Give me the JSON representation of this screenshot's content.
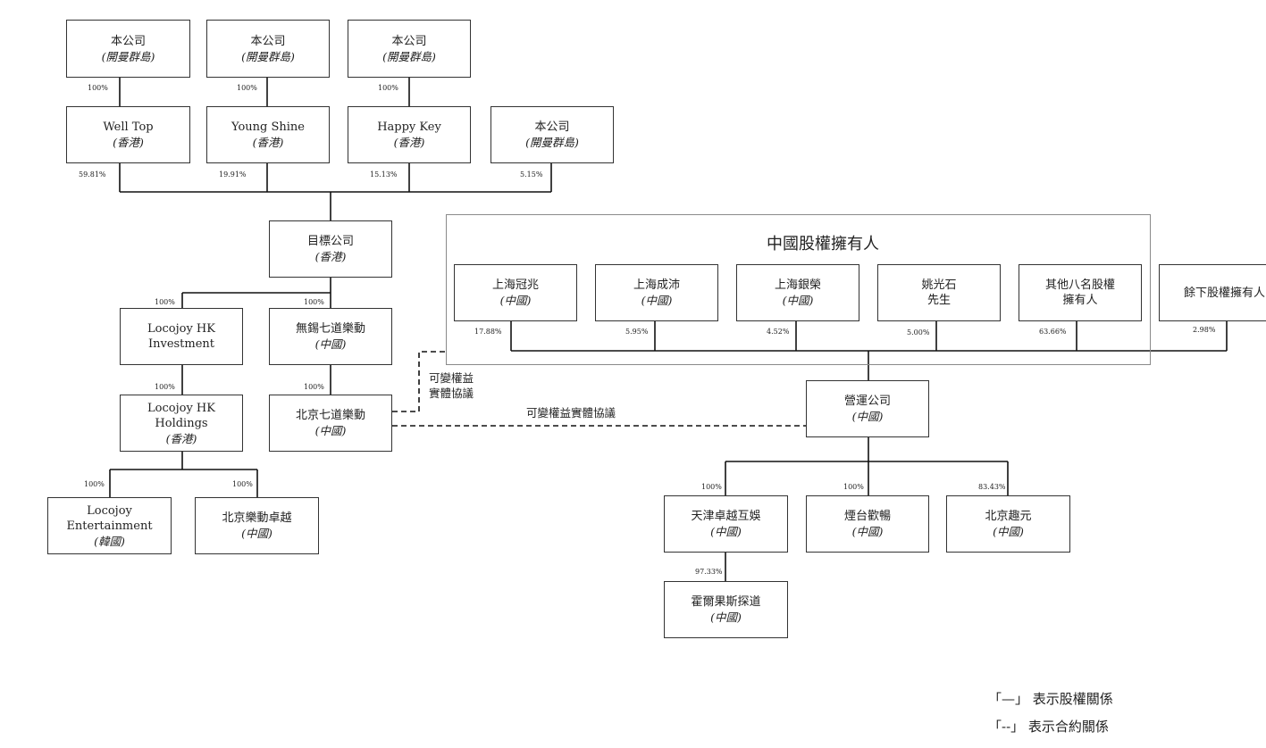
{
  "entities": [
    {
      "id": "co1",
      "name": "本公司",
      "sub": "(開曼群島)"
    },
    {
      "id": "co2",
      "name": "本公司",
      "sub": "(開曼群島)"
    },
    {
      "id": "co3",
      "name": "本公司",
      "sub": "(開曼群島)"
    },
    {
      "id": "welltop",
      "name": "Well Top",
      "sub": "(香港)"
    },
    {
      "id": "youngshine",
      "name": "Young Shine",
      "sub": "(香港)"
    },
    {
      "id": "happykey",
      "name": "Happy Key",
      "sub": "(香港)"
    },
    {
      "id": "co4",
      "name": "本公司",
      "sub": "(開曼群島)"
    },
    {
      "id": "target",
      "name": "目標公司",
      "sub": "(香港)"
    },
    {
      "id": "lhkinv",
      "name": "Locojoy HK Investment",
      "sub": ""
    },
    {
      "id": "wuxi",
      "name": "無錫七道樂動",
      "sub": "(中國)"
    },
    {
      "id": "lhkhold",
      "name": "Locojoy HK Holdings",
      "sub": "(香港)"
    },
    {
      "id": "bj7",
      "name": "北京七道樂動",
      "sub": "(中國)"
    },
    {
      "id": "lent",
      "name": "Locojoy Entertainment",
      "sub": "(韓國)"
    },
    {
      "id": "bjld",
      "name": "北京樂動卓越",
      "sub": "(中國)"
    },
    {
      "id": "shgz",
      "name": "上海冠兆",
      "sub": "(中國)"
    },
    {
      "id": "shcp",
      "name": "上海成沛",
      "sub": "(中國)"
    },
    {
      "id": "shyr",
      "name": "上海銀榮",
      "sub": "(中國)"
    },
    {
      "id": "yao",
      "name": "姚光石",
      "sub": "先生"
    },
    {
      "id": "other8",
      "name": "其他八名股權",
      "sub": "擁有人"
    },
    {
      "id": "rest",
      "name": "餘下股權擁有人",
      "sub": ""
    },
    {
      "id": "opco",
      "name": "營運公司",
      "sub": "(中國)"
    },
    {
      "id": "tj",
      "name": "天津卓越互娛",
      "sub": "(中國)"
    },
    {
      "id": "yt",
      "name": "煙台歡暢",
      "sub": "(中國)"
    },
    {
      "id": "bjqy",
      "name": "北京趣元",
      "sub": "(中國)"
    },
    {
      "id": "hgs",
      "name": "霍爾果斯探道",
      "sub": "(中國)"
    }
  ],
  "percentages": [
    {
      "id": "p1",
      "text": "100%"
    },
    {
      "id": "p2",
      "text": "100%"
    },
    {
      "id": "p3",
      "text": "100%"
    },
    {
      "id": "p4",
      "text": "59.81%"
    },
    {
      "id": "p5",
      "text": "19.91%"
    },
    {
      "id": "p6",
      "text": "15.13%"
    },
    {
      "id": "p7",
      "text": "5.15%"
    },
    {
      "id": "p8",
      "text": "100%"
    },
    {
      "id": "p9",
      "text": "100%"
    },
    {
      "id": "p10",
      "text": "100%"
    },
    {
      "id": "p11",
      "text": "100%"
    },
    {
      "id": "p12",
      "text": "100%"
    },
    {
      "id": "p13",
      "text": "100%"
    },
    {
      "id": "p14",
      "text": "17.88%"
    },
    {
      "id": "p15",
      "text": "5.95%"
    },
    {
      "id": "p16",
      "text": "4.52%"
    },
    {
      "id": "p17",
      "text": "5.00%"
    },
    {
      "id": "p18",
      "text": "63.66%"
    },
    {
      "id": "p19",
      "text": "2.98%"
    },
    {
      "id": "p20",
      "text": "100%"
    },
    {
      "id": "p21",
      "text": "100%"
    },
    {
      "id": "p22",
      "text": "83.43%"
    },
    {
      "id": "p23",
      "text": "97.33%"
    }
  ],
  "group": {
    "title": "中國股權擁有人"
  },
  "contracts": {
    "vie_label_line1": "可變權益",
    "vie_label_line2": "實體協議",
    "vie_label_single": "可變權益實體協議"
  },
  "legend": {
    "equity_symbol": "「—」",
    "equity_text": "表示股權關係",
    "contract_symbol": "「--」",
    "contract_text": "表示合約關係"
  },
  "colors": {
    "line": "#111111",
    "frame": "#8a8a8a"
  }
}
